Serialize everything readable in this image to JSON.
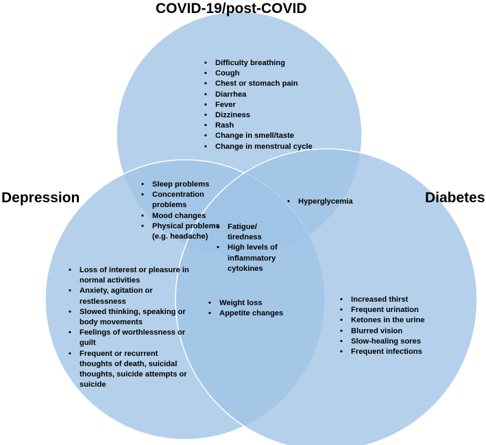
{
  "colors": {
    "circle_fill": "#9fc3e6",
    "circle_stroke": "#ffffff",
    "text": "#000000"
  },
  "sets": {
    "covid": "COVID-19/post-COVID",
    "depression": "Depression",
    "diabetes": "Diabetes"
  },
  "regions": {
    "covid_only": [
      "Difficulty breathing",
      "Cough",
      "Chest or stomach pain",
      "Diarrhea",
      "Fever",
      "Dizziness",
      "Rash",
      "Change in smell/taste",
      "Change in menstrual cycle"
    ],
    "depression_covid": [
      "Sleep problems",
      "Concentration problems",
      "Mood changes",
      "Physical problems (e.g. headache)"
    ],
    "covid_diabetes": [
      "Hyperglycemia"
    ],
    "all_three": [
      "Fatigue/ tiredness",
      "High levels of inflammatory cytokines"
    ],
    "depression_only": [
      "Loss of interest or pleasure in normal activities",
      "Anxiety, agitation or restlessness",
      "Slowed thinking, speaking or body movements",
      "Feelings of worthlessness or guilt",
      "Frequent or recurrent thoughts of death, suicidal thoughts, suicide attempts or suicide"
    ],
    "depression_diabetes": [
      "Weight loss",
      "Appetite changes"
    ],
    "diabetes_only": [
      "Increased thirst",
      "Frequent urination",
      "Ketones in the urine",
      "Blurred vision",
      "Slow-healing sores",
      "Frequent infections"
    ]
  }
}
